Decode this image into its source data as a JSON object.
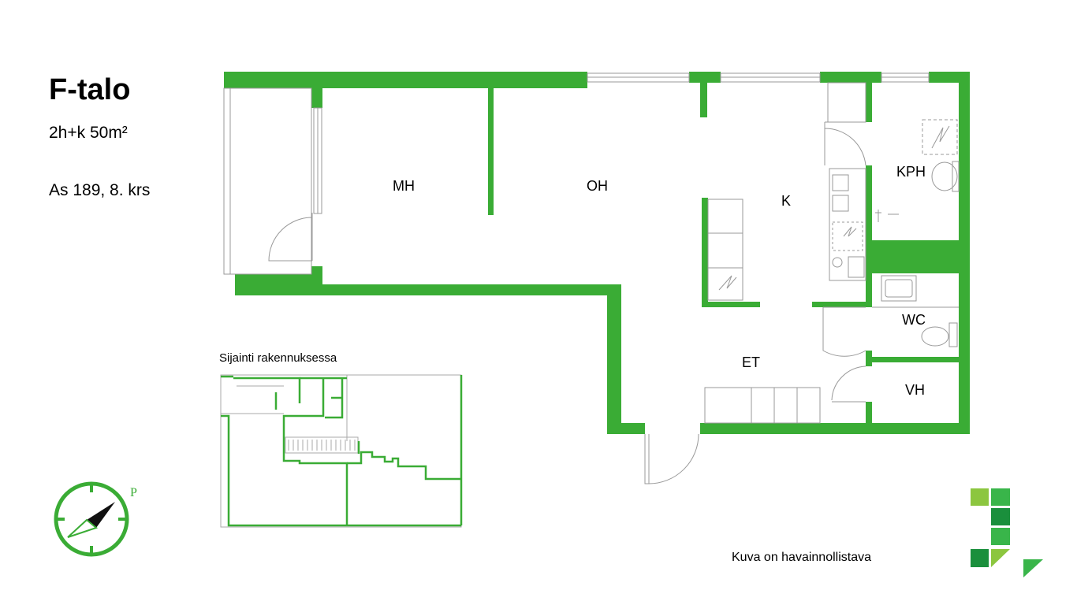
{
  "header": {
    "building": "F-talo",
    "apartment_type": "2h+k 50m²",
    "apartment_info": "As 189, 8. krs"
  },
  "rooms": {
    "mh": "MH",
    "oh": "OH",
    "k": "K",
    "kph": "KPH",
    "wc": "WC",
    "et": "ET",
    "vh": "VH"
  },
  "location_map": {
    "title": "Sijainti rakennuksessa"
  },
  "compass": {
    "north_label": "P"
  },
  "footer": {
    "note": "Kuva on havainnollistava"
  },
  "colors": {
    "wall": "#3aac35",
    "logo_light": "#8cc63f",
    "logo_mid": "#39b54a",
    "logo_dark": "#1a8f3c"
  }
}
